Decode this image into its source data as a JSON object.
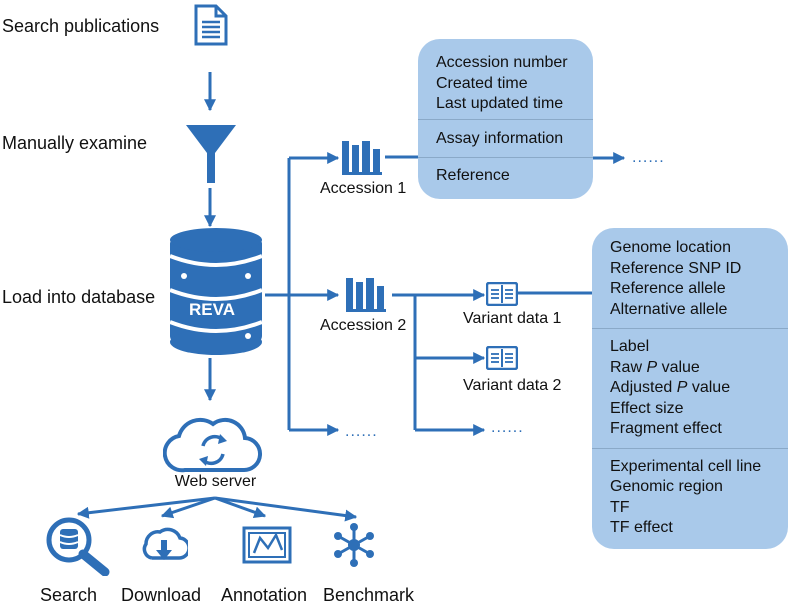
{
  "colors": {
    "accent": "#2e6fb7",
    "card": "#a9c9ea"
  },
  "steps": {
    "search": "Search publications",
    "examine": "Manually examine",
    "load": "Load into database"
  },
  "database": {
    "label": "REVA"
  },
  "web_server": {
    "label": "Web server"
  },
  "functions": {
    "search": "Search",
    "download": "Download",
    "annotation": "Annotation",
    "benchmark": "Benchmark"
  },
  "accessions": {
    "a1": "Accession 1",
    "a2": "Accession 2",
    "more": "......"
  },
  "variants": {
    "v1": "Variant data 1",
    "v2": "Variant data 2",
    "more": "......"
  },
  "accession_card": {
    "more": "......",
    "sections": [
      [
        "Accession number",
        "Created time",
        "Last updated time"
      ],
      [
        "Assay information"
      ],
      [
        "Reference"
      ]
    ]
  },
  "variant_card": {
    "s1": [
      "Genome location",
      "Reference SNP ID",
      "Reference allele",
      "Alternative allele"
    ],
    "s2": {
      "label": "Label",
      "raw_prefix": "Raw ",
      "raw_p": "P",
      "raw_suffix": " value",
      "adj_prefix": "Adjusted ",
      "adj_p": "P",
      "adj_suffix": " value",
      "effect_size": "Effect size",
      "fragment_effect": "Fragment effect"
    },
    "s3": [
      "Experimental cell line",
      "Genomic region",
      "TF",
      "TF effect"
    ]
  }
}
